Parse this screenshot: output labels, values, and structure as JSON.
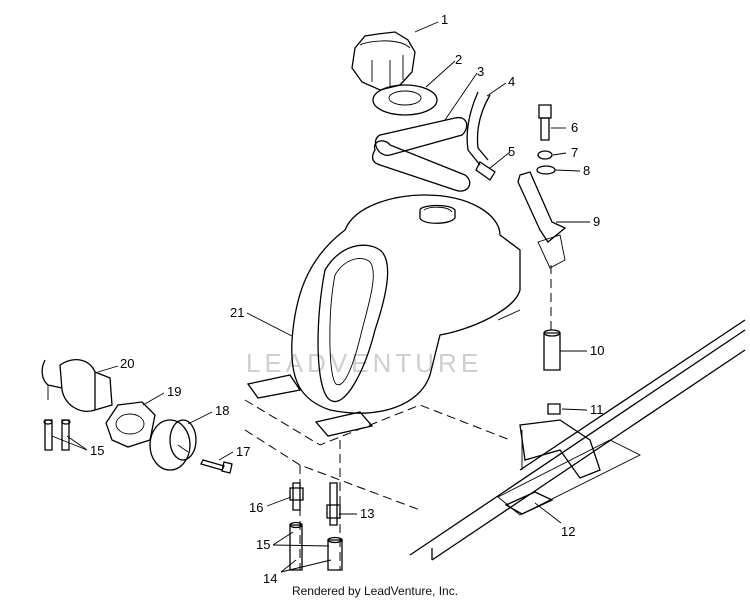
{
  "callouts": [
    {
      "id": "1",
      "text": "1"
    },
    {
      "id": "2",
      "text": "2"
    },
    {
      "id": "3",
      "text": "3"
    },
    {
      "id": "4",
      "text": "4"
    },
    {
      "id": "5",
      "text": "5"
    },
    {
      "id": "6",
      "text": "6"
    },
    {
      "id": "7",
      "text": "7"
    },
    {
      "id": "8",
      "text": "8"
    },
    {
      "id": "9",
      "text": "9"
    },
    {
      "id": "10",
      "text": "10"
    },
    {
      "id": "11",
      "text": "11"
    },
    {
      "id": "12",
      "text": "12"
    },
    {
      "id": "13",
      "text": "13"
    },
    {
      "id": "14",
      "text": "14"
    },
    {
      "id": "15a",
      "text": "15"
    },
    {
      "id": "15b",
      "text": "15"
    },
    {
      "id": "16",
      "text": "16"
    },
    {
      "id": "17",
      "text": "17"
    },
    {
      "id": "18",
      "text": "18"
    },
    {
      "id": "19",
      "text": "19"
    },
    {
      "id": "20",
      "text": "20"
    },
    {
      "id": "21",
      "text": "21"
    }
  ],
  "watermark": "LEADVENTURE",
  "footer": "Rendered by LeadVenture, Inc."
}
